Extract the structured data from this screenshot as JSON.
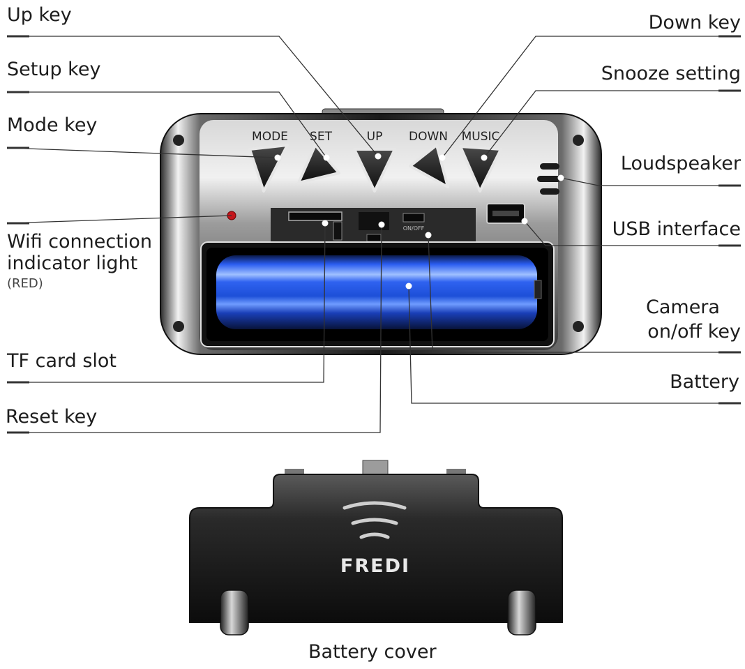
{
  "callouts": {
    "up_key": "Up key",
    "setup_key": "Setup key",
    "mode_key": "Mode key",
    "wifi_light_line1": "Wifi connection",
    "wifi_light_line2": "indicator light",
    "wifi_light_note": "(RED)",
    "tf_card_slot": "TF card slot",
    "reset_key": "Reset key",
    "down_key": "Down key",
    "snooze_setting": "Snooze setting",
    "loudspeaker": "Loudspeaker",
    "usb_interface": "USB interface",
    "camera_key_line1": "Camera",
    "camera_key_line2": "on/off key",
    "battery": "Battery",
    "battery_cover": "Battery cover"
  },
  "device": {
    "buttons": [
      "MODE",
      "SET",
      "UP",
      "DOWN",
      "MUSIC"
    ],
    "switch_label": "ON/OFF",
    "brand": "FREDI"
  },
  "colors": {
    "text": "#1d1d1d",
    "lines": "#333333",
    "device_black": "#141414",
    "battery_blue": "#1d4fd8",
    "led_red": "#c4161c"
  }
}
